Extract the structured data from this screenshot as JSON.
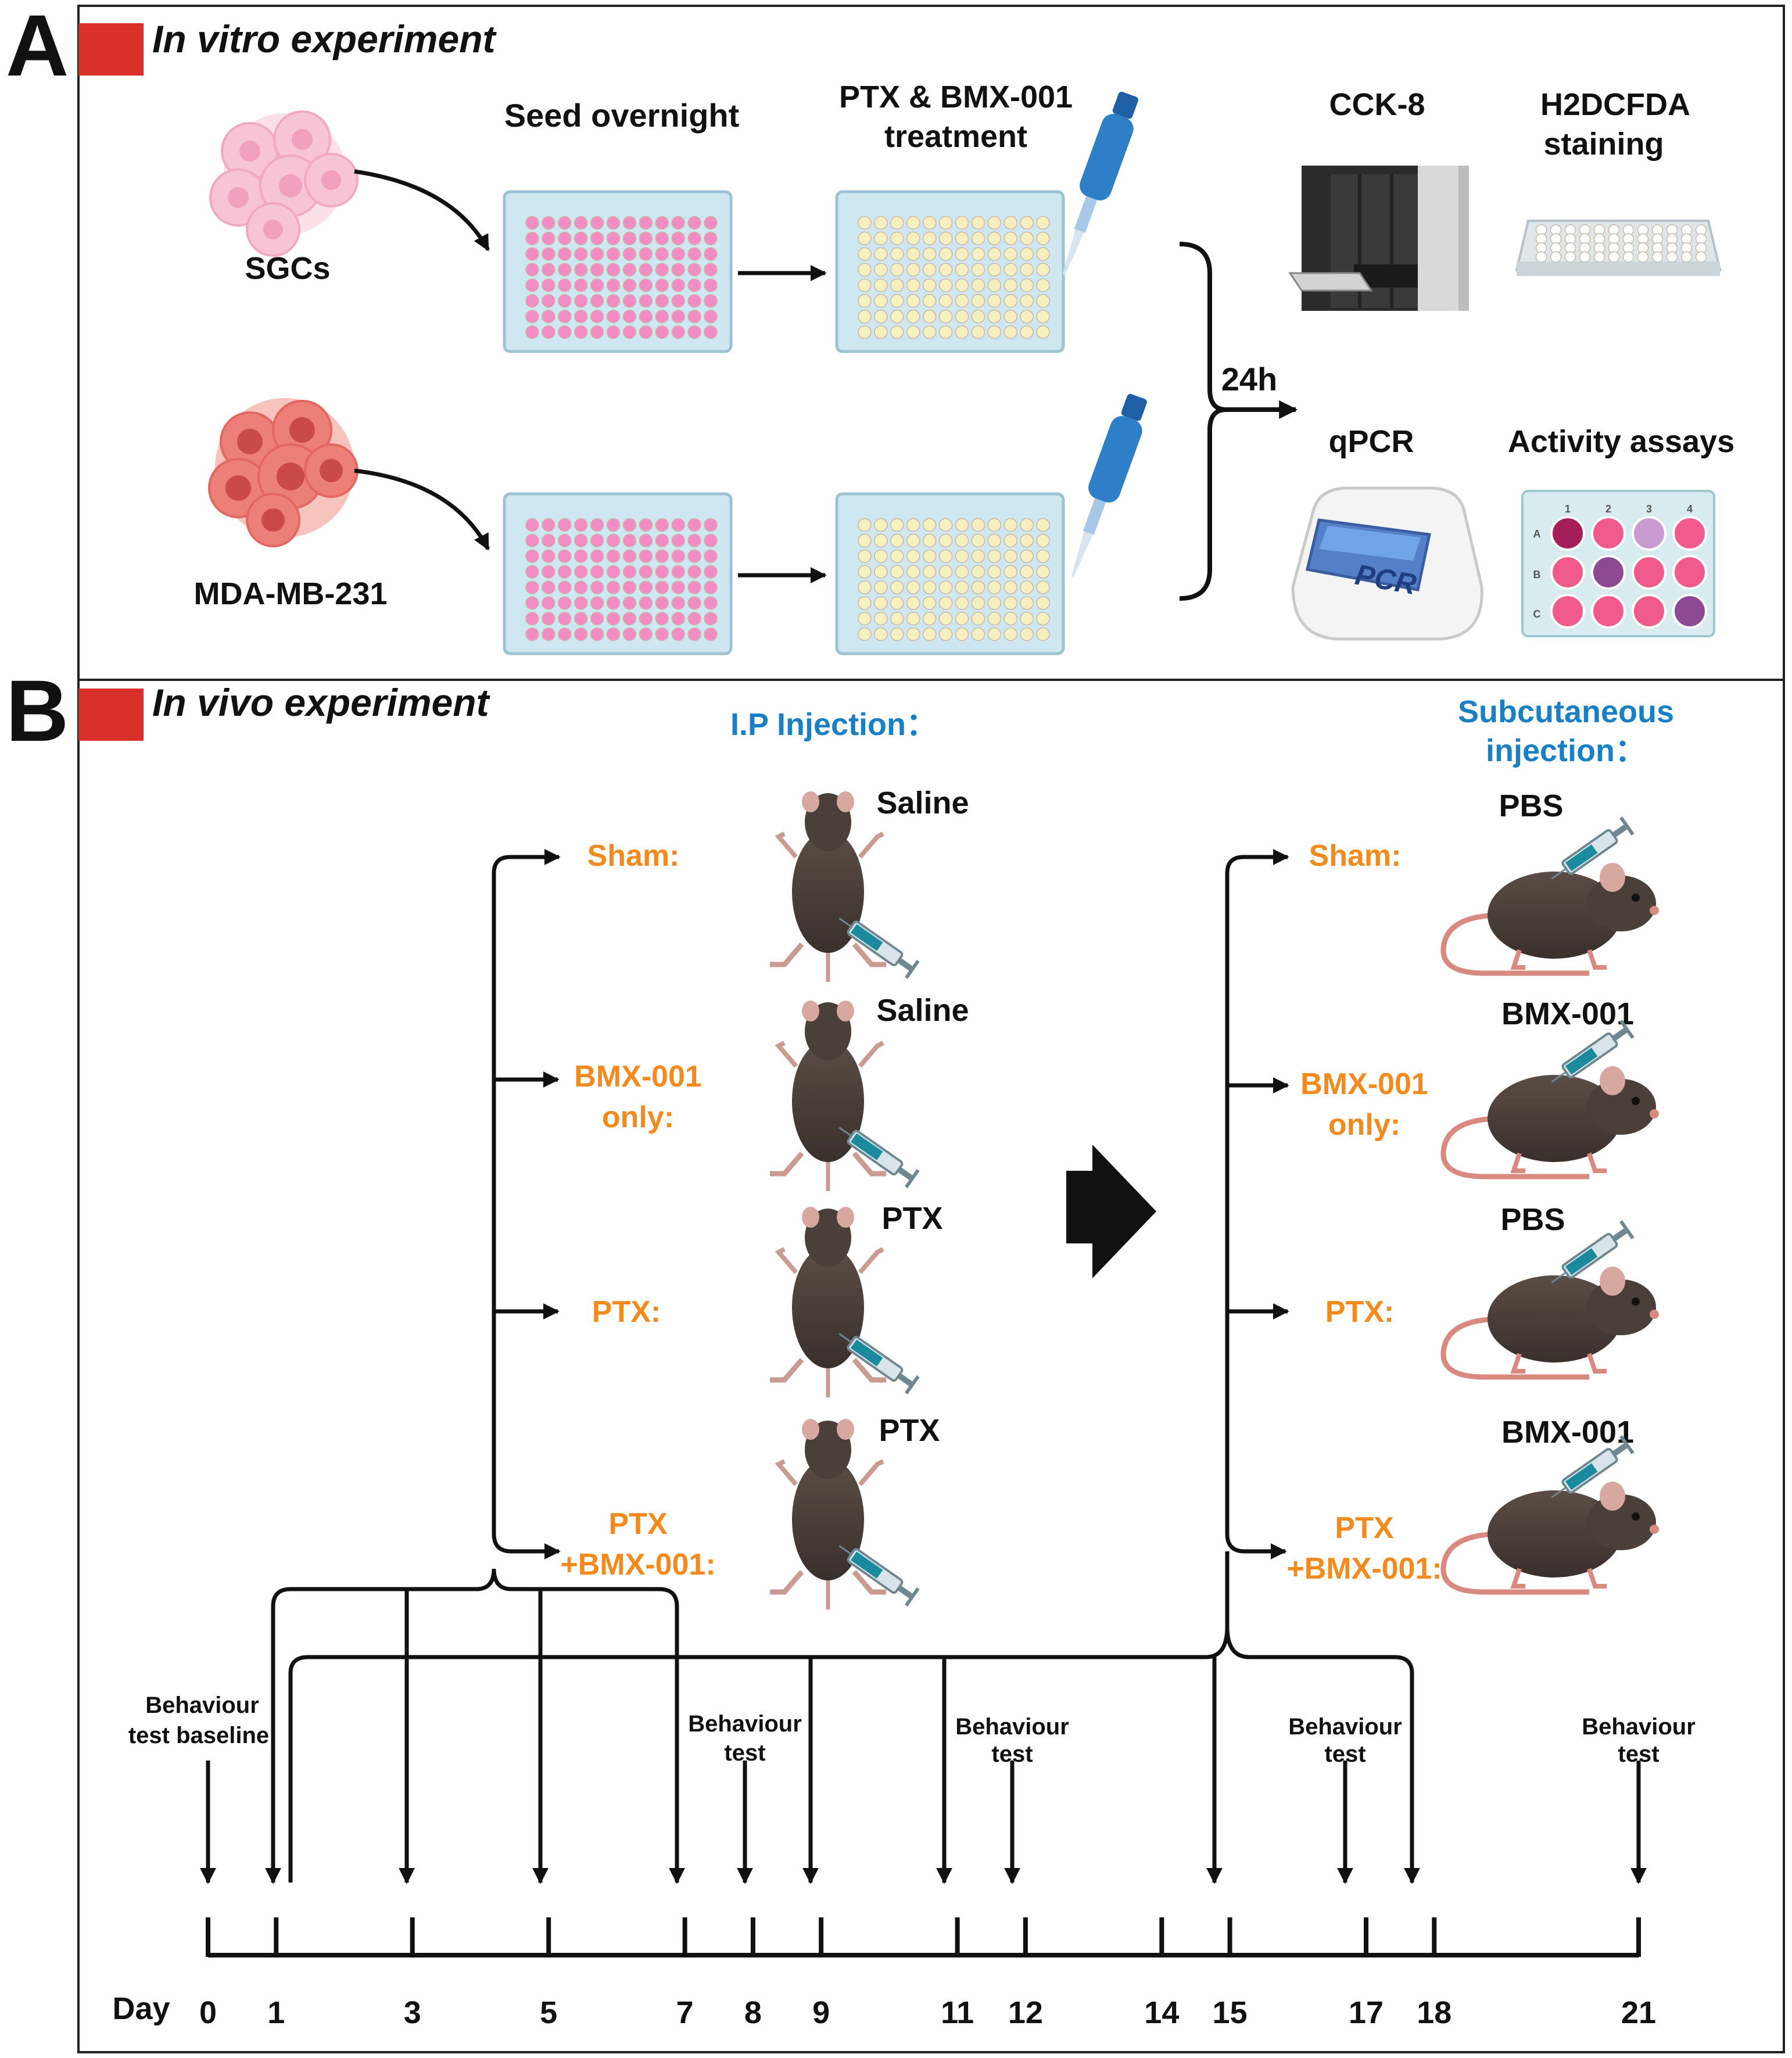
{
  "panel_a": {
    "letter": "A",
    "title": "In vitro experiment",
    "cells_top": "SGCs",
    "cells_bottom": "MDA-MB-231",
    "seed": "Seed overnight",
    "treatment_line1": "PTX & BMX-001",
    "treatment_line2": "treatment",
    "time": "24h",
    "cck8": "CCK-8",
    "h2dcfda_line1": "H2DCFDA",
    "h2dcfda_line2": "staining",
    "qpcr": "qPCR",
    "activity": "Activity assays",
    "pcr_screen": "PCR",
    "plate_cols": [
      "1",
      "2",
      "3",
      "4"
    ],
    "plate_rows": [
      "A",
      "B",
      "C"
    ]
  },
  "panel_b": {
    "letter": "B",
    "title": "In vivo experiment",
    "ip_title": "I.P Injection：",
    "sc_title_line1": "Subcutaneous",
    "sc_title_line2": "injection：",
    "groups_left": [
      {
        "line1": "Sham:",
        "line2": "",
        "agent": "Saline"
      },
      {
        "line1": "BMX-001",
        "line2": "only:",
        "agent": "Saline"
      },
      {
        "line1": "PTX:",
        "line2": "",
        "agent": "PTX"
      },
      {
        "line1": "PTX",
        "line2": "+BMX-001:",
        "agent": "PTX"
      }
    ],
    "groups_right": [
      {
        "line1": "Sham:",
        "line2": "",
        "agent": "PBS"
      },
      {
        "line1": "BMX-001",
        "line2": "only:",
        "agent": "BMX-001"
      },
      {
        "line1": "PTX:",
        "line2": "",
        "agent": "PBS"
      },
      {
        "line1": "PTX",
        "line2": "+BMX-001:",
        "agent": "BMX-001"
      }
    ],
    "day_label": "Day",
    "days": [
      "0",
      "1",
      "3",
      "5",
      "7",
      "8",
      "9",
      "11",
      "12",
      "14",
      "15",
      "17",
      "18",
      "21"
    ],
    "behaviour_baseline_line1": "Behaviour",
    "behaviour_baseline_line2": "test baseline",
    "behaviour_line1": "Behaviour",
    "behaviour_line2": "test"
  },
  "colors": {
    "accent_red": "#d9302c",
    "group_orange": "#f28a1e",
    "title_blue": "#1a7fc3",
    "plate_pink": "#f48cc4",
    "plate_cream": "#f6f0c0",
    "arrow_black": "#111111"
  }
}
